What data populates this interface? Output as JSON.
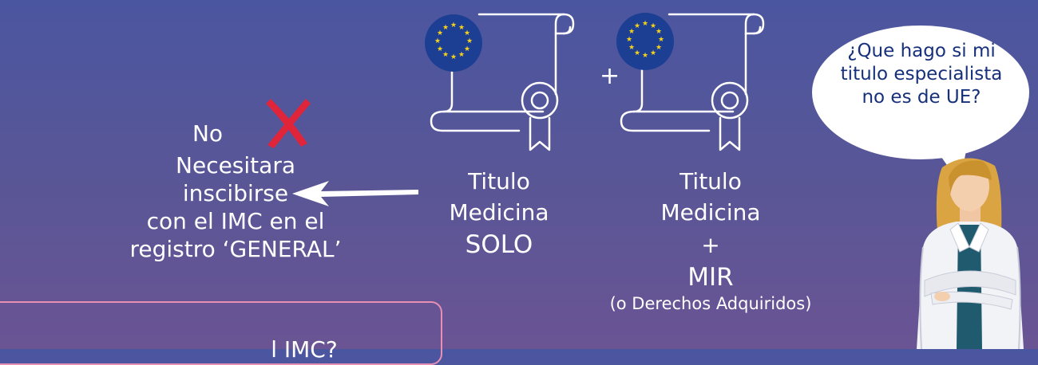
{
  "left_note": {
    "no": "No",
    "line1": "Necesitara inscibirse",
    "line2": "con el IMC en el",
    "line3": "registro ‘GENERAL’"
  },
  "plus_between_certs": "+",
  "col1": {
    "line1": "Titulo",
    "line2": "Medicina",
    "line3": "SOLO"
  },
  "col2": {
    "line1": "Titulo",
    "line2": "Medicina",
    "plus": "+",
    "line3": "MIR",
    "line4": "(o Derechos Adquiridos)"
  },
  "bubble": {
    "line1": "¿Que hago si mi",
    "line2": "titulo especialista",
    "line3": "no es de UE?"
  },
  "pink_box_text": "                            l IMC?",
  "colors": {
    "background_top": "#4b56a0",
    "background_bottom": "#6a5494",
    "x_mark": "#e0243a",
    "eu_blue": "#1d3f93",
    "eu_star": "#f6d21a",
    "bubble_text": "#16307a",
    "box_border": "#e88fb4"
  },
  "icons": [
    "eu-flag-icon",
    "certificate-icon",
    "x-mark-icon",
    "arrow-left-icon",
    "doctor-illustration",
    "speech-bubble"
  ]
}
